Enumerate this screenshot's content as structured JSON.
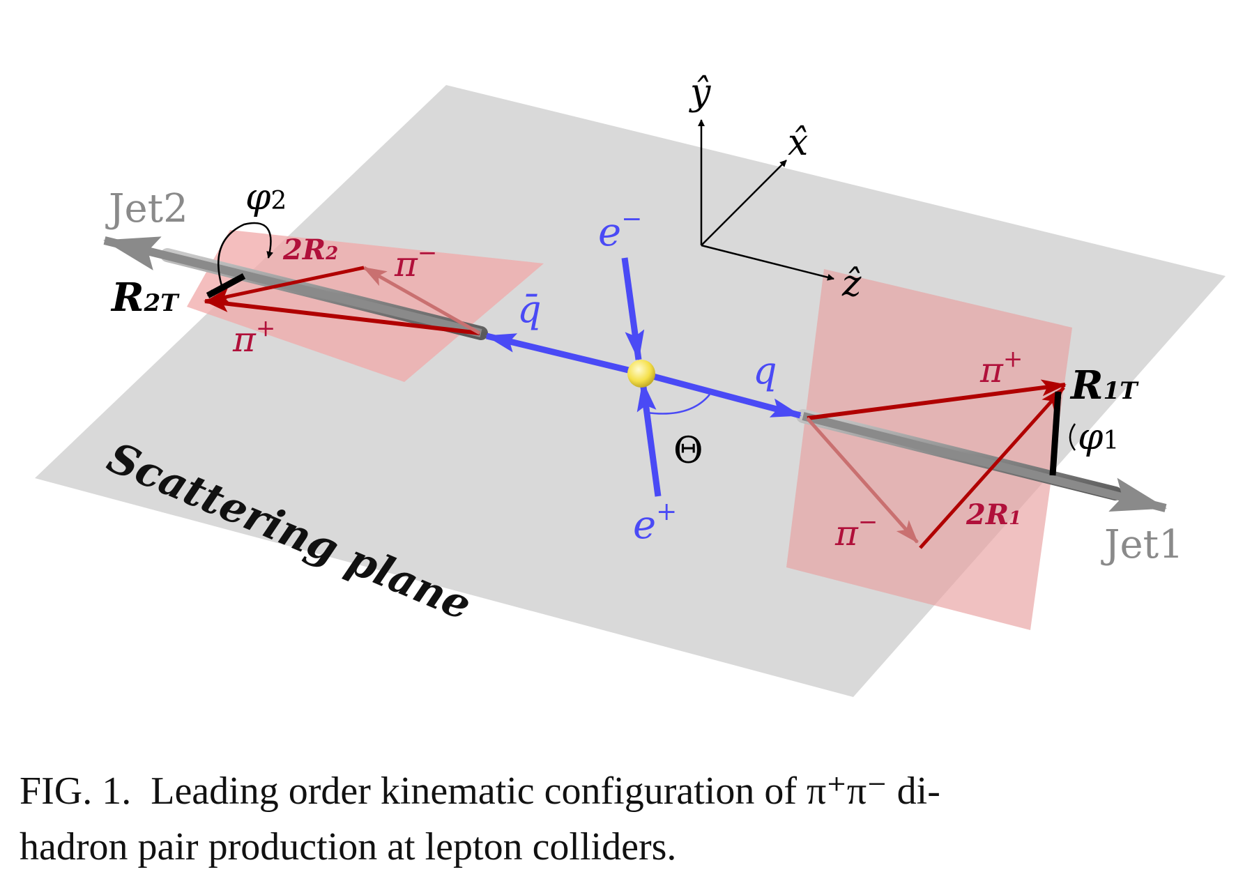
{
  "labels": {
    "y_axis": "ŷ",
    "x_axis": "x̂",
    "z_axis": "ẑ",
    "jet2": "Jet2",
    "jet1": "Jet1",
    "phi2": "φ",
    "phi2_sub": "2",
    "phi1": "φ",
    "phi1_sub": "1",
    "r2_vec": "2R",
    "r2_sub": "2",
    "r2t": "R",
    "r2t_sub": "2T",
    "r1t": "R",
    "r1t_sub": "1T",
    "r1_vec": "2R",
    "r1_sub": "1",
    "pi_minus_left": "π",
    "pi_minus_left_sup": "−",
    "pi_plus_left": "π",
    "pi_plus_left_sup": "+",
    "pi_plus_right": "π",
    "pi_plus_right_sup": "+",
    "pi_minus_right": "π",
    "pi_minus_right_sup": "−",
    "qbar": "q̄",
    "q": "q",
    "e_minus": "e",
    "e_minus_sup": "−",
    "e_plus": "e",
    "e_plus_sup": "+",
    "theta": "Θ",
    "scattering_plane": "Scattering plane"
  },
  "colors": {
    "plane": "#d9d9d9",
    "hadron_plane": "#f0a8a8",
    "red": "#b00000",
    "pion_label": "#b0103a",
    "blue": "#4a4af5",
    "jet": "#888888",
    "black": "#000000",
    "vertex": "#f5e04a"
  },
  "caption": {
    "line1": "FIG. 1.  Leading order kinematic configuration of π⁺π⁻ di-",
    "line2": "hadron pair production at lepton colliders."
  }
}
